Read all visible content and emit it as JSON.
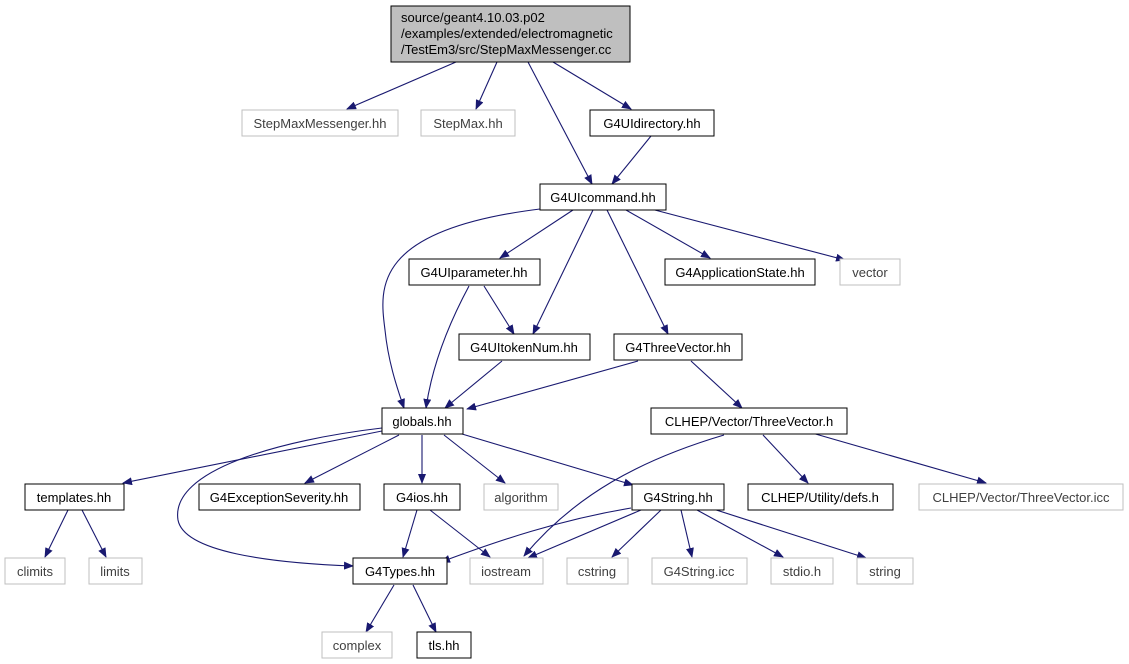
{
  "root": {
    "line1": "source/geant4.10.03.p02",
    "line2": "/examples/extended/electromagnetic",
    "line3": "/TestEm3/src/StepMaxMessenger.cc"
  },
  "nodes": {
    "stepmaxmessenger_hh": "StepMaxMessenger.hh",
    "stepmax_hh": "StepMax.hh",
    "g4uidirectory_hh": "G4UIdirectory.hh",
    "g4uicommand_hh": "G4UIcommand.hh",
    "g4uiparameter_hh": "G4UIparameter.hh",
    "g4applicationstate_hh": "G4ApplicationState.hh",
    "vector": "vector",
    "g4uitokennum_hh": "G4UItokenNum.hh",
    "g4threevector_hh": "G4ThreeVector.hh",
    "globals_hh": "globals.hh",
    "clhep_threevector_h": "CLHEP/Vector/ThreeVector.h",
    "templates_hh": "templates.hh",
    "g4exceptionseverity_hh": "G4ExceptionSeverity.hh",
    "g4ios_hh": "G4ios.hh",
    "algorithm": "algorithm",
    "g4string_hh": "G4String.hh",
    "clhep_defs_h": "CLHEP/Utility/defs.h",
    "clhep_threevector_icc": "CLHEP/Vector/ThreeVector.icc",
    "climits": "climits",
    "limits": "limits",
    "g4types_hh": "G4Types.hh",
    "iostream": "iostream",
    "cstring": "cstring",
    "g4string_icc": "G4String.icc",
    "stdio_h": "stdio.h",
    "string": "string",
    "complex": "complex",
    "tls_hh": "tls.hh"
  },
  "colors": {
    "edge": "#191970",
    "root_fill": "#bfbfbf",
    "documented_border": "#000000",
    "undocumented_border": "#bfbfbf"
  }
}
